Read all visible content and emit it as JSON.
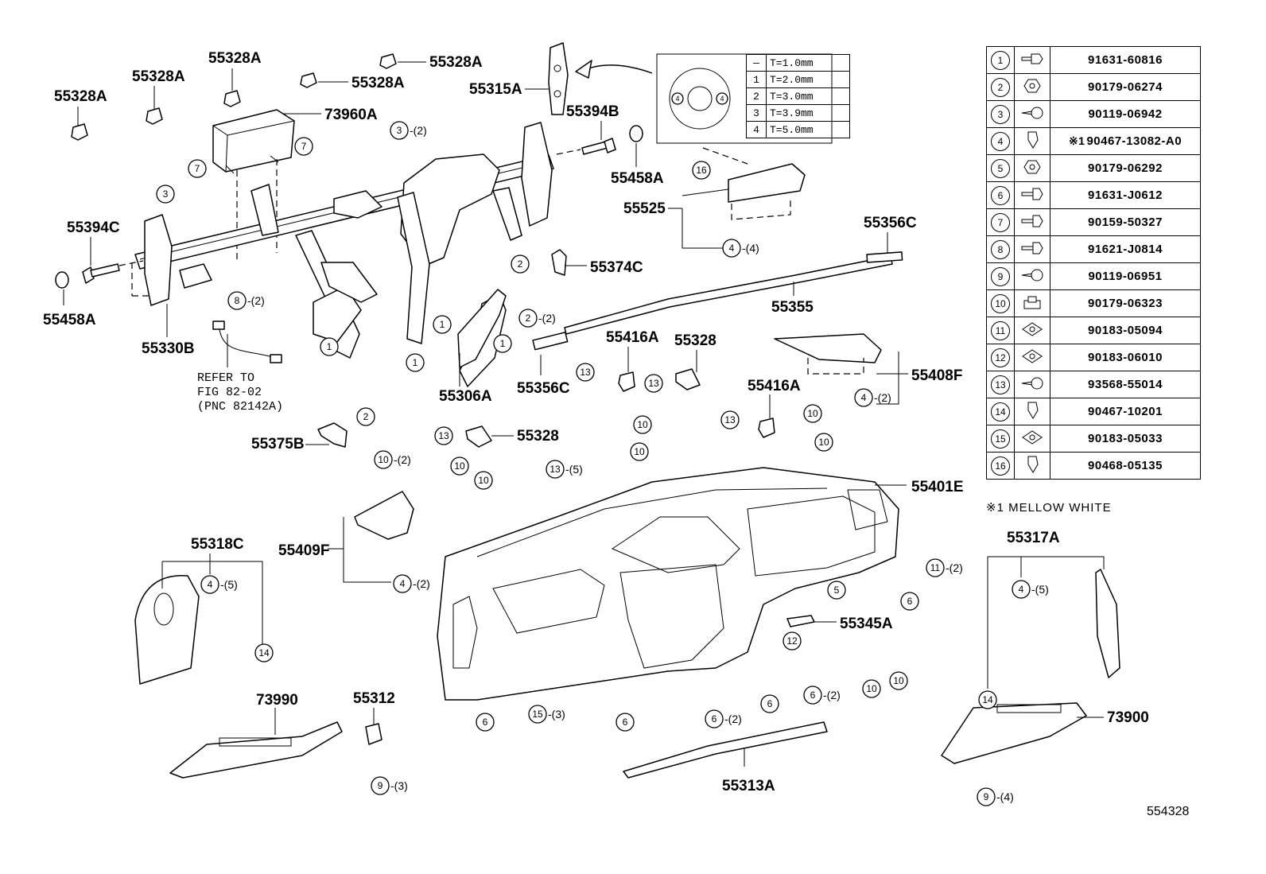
{
  "drawing_number": "554328",
  "footnote": "※1  MELLOW  WHITE",
  "thickness_table": [
    {
      "key": "—",
      "value": "T=1.0mm"
    },
    {
      "key": "1",
      "value": "T=2.0mm"
    },
    {
      "key": "2",
      "value": "T=3.0mm"
    },
    {
      "key": "3",
      "value": "T=3.9mm"
    },
    {
      "key": "4",
      "value": "T=5.0mm"
    }
  ],
  "fasteners": [
    {
      "num": "1",
      "icon": "bolt-flange-icon",
      "part": "91631-60816"
    },
    {
      "num": "2",
      "icon": "nut-icon",
      "part": "90179-06274"
    },
    {
      "num": "3",
      "icon": "screw-icon",
      "part": "90119-06942"
    },
    {
      "num": "4",
      "icon": "clip-icon",
      "note": "※1",
      "part": "90467-13082-A0"
    },
    {
      "num": "5",
      "icon": "nut-icon",
      "part": "90179-06292"
    },
    {
      "num": "6",
      "icon": "bolt-icon",
      "part": "91631-J0612"
    },
    {
      "num": "7",
      "icon": "bolt-icon",
      "part": "90159-50327"
    },
    {
      "num": "8",
      "icon": "bolt-icon",
      "part": "91621-J0814"
    },
    {
      "num": "9",
      "icon": "screw-icon",
      "part": "90119-06951"
    },
    {
      "num": "10",
      "icon": "cage-nut-icon",
      "part": "90179-06323"
    },
    {
      "num": "11",
      "icon": "clip-nut-icon",
      "part": "90183-05094"
    },
    {
      "num": "12",
      "icon": "clip-nut-icon",
      "part": "90183-06010"
    },
    {
      "num": "13",
      "icon": "screw-icon",
      "part": "93568-55014"
    },
    {
      "num": "14",
      "icon": "clip-icon",
      "part": "90467-10201"
    },
    {
      "num": "15",
      "icon": "clip-nut-icon",
      "part": "90183-05033"
    },
    {
      "num": "16",
      "icon": "clip-icon",
      "part": "90468-05135"
    }
  ],
  "part_labels": {
    "p55328A_1": "55328A",
    "p55328A_2": "55328A",
    "p55328A_3": "55328A",
    "p55328A_4": "55328A",
    "p55328A_5": "55328A",
    "p55315A": "55315A",
    "p73960A": "73960A",
    "p55394B": "55394B",
    "p55458A_1": "55458A",
    "p55394C": "55394C",
    "p55458A_2": "55458A",
    "p55330B": "55330B",
    "p55525": "55525",
    "p55356C_1": "55356C",
    "p55355": "55355",
    "p55374C": "55374C",
    "p55416A_1": "55416A",
    "p55328_1": "55328",
    "p55408F": "55408F",
    "p55356C_2": "55356C",
    "p55306A": "55306A",
    "p55416A_2": "55416A",
    "p55328_2": "55328",
    "p55375B": "55375B",
    "p55401E": "55401E",
    "p55409F": "55409F",
    "p55318C": "55318C",
    "p55317A": "55317A",
    "p55345A": "55345A",
    "p73990": "73990",
    "p55312": "55312",
    "p73900": "73900",
    "p55313A": "55313A"
  },
  "reference_note": [
    "REFER TO",
    "FIG 82-02",
    "(PNC 82142A)"
  ],
  "callouts": [
    {
      "id": "c1",
      "num": "7"
    },
    {
      "id": "c2",
      "num": "7"
    },
    {
      "id": "c3",
      "num": "3"
    },
    {
      "id": "c4",
      "num": "3",
      "qty": "-(2)"
    },
    {
      "id": "c5",
      "num": "8",
      "qty": "-(2)"
    },
    {
      "id": "c6",
      "num": "1"
    },
    {
      "id": "c7",
      "num": "1"
    },
    {
      "id": "c8",
      "num": "1"
    },
    {
      "id": "c9",
      "num": "1"
    },
    {
      "id": "c10",
      "num": "2",
      "qty": "-(2)"
    },
    {
      "id": "c11",
      "num": "2"
    },
    {
      "id": "c12",
      "num": "2"
    },
    {
      "id": "c13",
      "num": "16"
    },
    {
      "id": "c14",
      "num": "4",
      "qty": "-(4)"
    },
    {
      "id": "c15",
      "num": "13"
    },
    {
      "id": "c16",
      "num": "13"
    },
    {
      "id": "c17",
      "num": "10"
    },
    {
      "id": "c18",
      "num": "4",
      "qty": "-(2)"
    },
    {
      "id": "c19",
      "num": "13"
    },
    {
      "id": "c20",
      "num": "10"
    },
    {
      "id": "c21",
      "num": "10"
    },
    {
      "id": "c22",
      "num": "13"
    },
    {
      "id": "c23",
      "num": "10"
    },
    {
      "id": "c24",
      "num": "10",
      "qty": "-(2)"
    },
    {
      "id": "c25",
      "num": "10"
    },
    {
      "id": "c26",
      "num": "10"
    },
    {
      "id": "c27",
      "num": "13",
      "qty": "-(5)"
    },
    {
      "id": "c28",
      "num": "10"
    },
    {
      "id": "c29",
      "num": "4",
      "qty": "-(2)"
    },
    {
      "id": "c30",
      "num": "4",
      "qty": "-(5)"
    },
    {
      "id": "c31",
      "num": "14"
    },
    {
      "id": "c32",
      "num": "11",
      "qty": "-(2)"
    },
    {
      "id": "c33",
      "num": "5"
    },
    {
      "id": "c34",
      "num": "6"
    },
    {
      "id": "c35",
      "num": "12"
    },
    {
      "id": "c36",
      "num": "4",
      "qty": "-(5)"
    },
    {
      "id": "c37",
      "num": "14"
    },
    {
      "id": "c38",
      "num": "6"
    },
    {
      "id": "c39",
      "num": "15",
      "qty": "-(3)"
    },
    {
      "id": "c40",
      "num": "6"
    },
    {
      "id": "c41",
      "num": "6",
      "qty": "-(2)"
    },
    {
      "id": "c42",
      "num": "6"
    },
    {
      "id": "c43",
      "num": "6",
      "qty": "-(2)"
    },
    {
      "id": "c44",
      "num": "10"
    },
    {
      "id": "c45",
      "num": "10"
    },
    {
      "id": "c46",
      "num": "9",
      "qty": "-(3)"
    },
    {
      "id": "c47",
      "num": "9",
      "qty": "-(4)"
    },
    {
      "id": "c48",
      "num": "4"
    },
    {
      "id": "c49",
      "num": "4"
    }
  ]
}
